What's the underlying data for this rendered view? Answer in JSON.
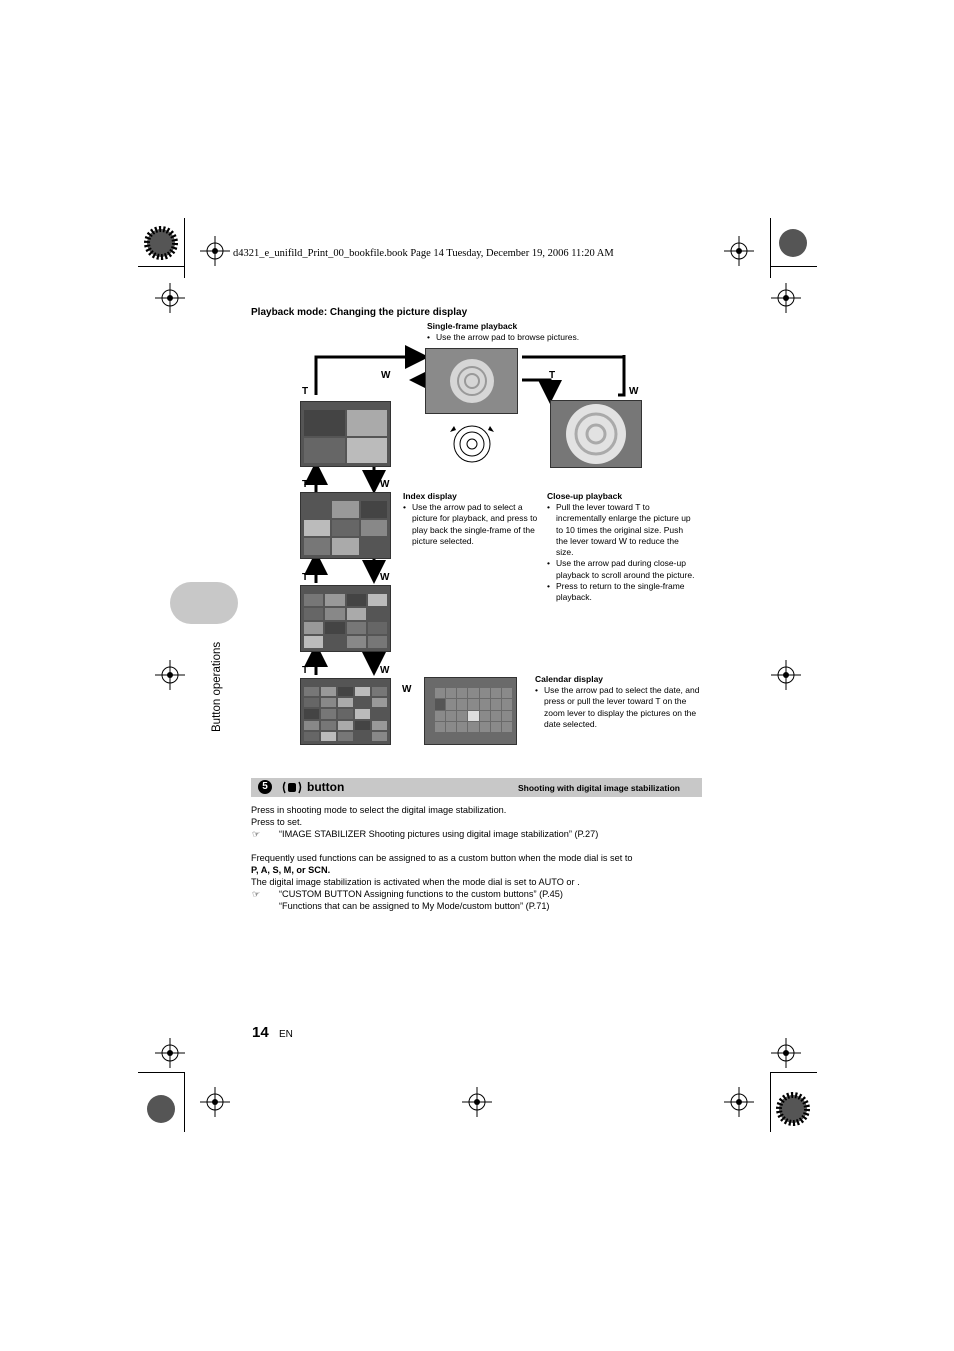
{
  "print_header": "d4321_e_unifild_Print_00_bookfile.book  Page 14  Tuesday, December 19, 2006  11:20 AM",
  "section_title": "Playback mode: Changing the picture display",
  "single_frame": {
    "title": "Single-frame playback",
    "bullets": [
      "Use the arrow pad to browse pictures."
    ]
  },
  "index": {
    "title": "Index display",
    "bullets": [
      "Use the arrow pad to select a picture for playback, and press  to play back the single-frame of the picture selected."
    ]
  },
  "closeup": {
    "title": "Close-up playback",
    "bullets": [
      "Pull the lever toward T to incrementally enlarge the picture up to 10 times the original size. Push the lever toward W to reduce the size.",
      "Use the arrow pad during close-up playback to scroll around the picture.",
      "Press  to return to the single-frame playback."
    ]
  },
  "calendar": {
    "title": "Calendar display",
    "bullets": [
      "Use the arrow pad to select the date, and press  or pull the lever toward T on the zoom lever to display the pictures on the date selected."
    ]
  },
  "arrow_labels": {
    "t": "T",
    "w": "W"
  },
  "side_tab": "Button operations",
  "button_section": {
    "number": "5",
    "title": "button",
    "subtitle": "Shooting with digital image stabilization",
    "lines": [
      "Press   in shooting mode to select the digital image stabilization.",
      "Press   to set.",
      "“IMAGE STABILIZER Shooting pictures using digital image stabilization” (P.27)",
      "Frequently used functions can be assigned to   as a custom button when the mode dial is set to",
      "P, A, S, M,   or SCN.",
      "The digital image stabilization is activated when the mode dial is set to AUTO or  .",
      "“CUSTOM BUTTON Assigning functions to the custom buttons” (P.45)",
      "“Functions that can be assigned to My Mode/custom button” (P.71)"
    ]
  },
  "page_number": "14",
  "page_lang": "EN"
}
